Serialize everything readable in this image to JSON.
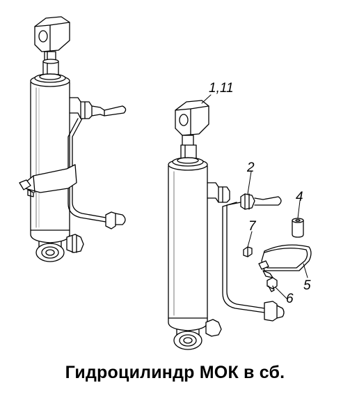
{
  "caption": "Гидроцилиндр МОК в сб.",
  "callouts": {
    "c1": "1,11",
    "c2": "2",
    "c4": "4",
    "c5": "5",
    "c6": "6",
    "c7": "7"
  }
}
